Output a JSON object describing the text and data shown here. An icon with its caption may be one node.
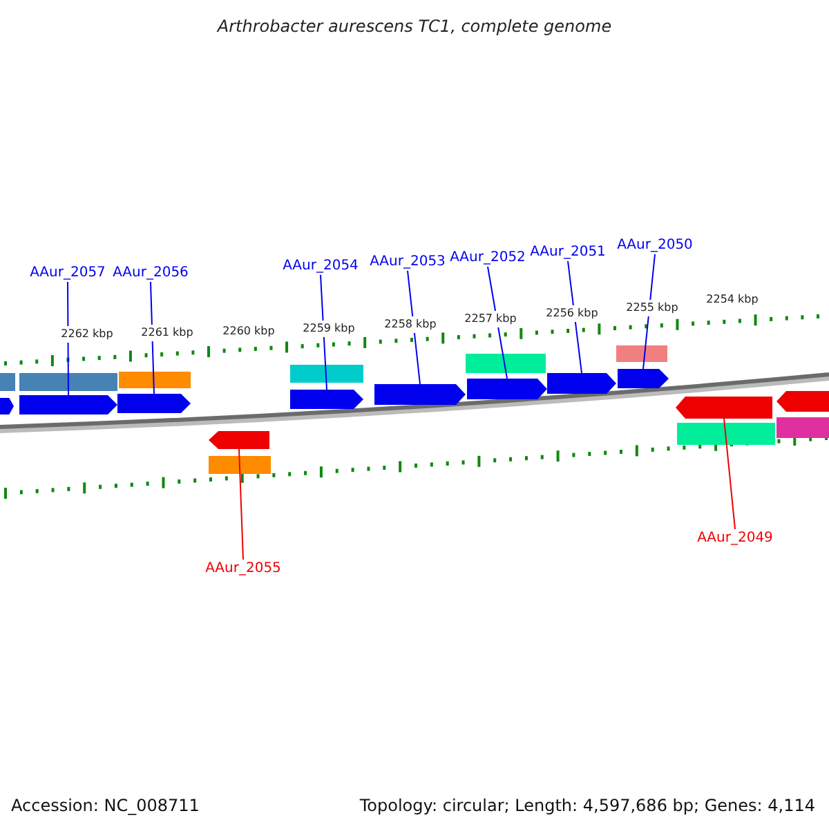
{
  "diagram": {
    "title": "Arthrobacter aurescens TC1, complete genome",
    "nodes": [
      {
        "text": [
          "AAur_2057"
        ]
      },
      {
        "text": [
          "AAur_2056"
        ]
      },
      {
        "text": [
          "AAur_2054"
        ]
      },
      {
        "text": [
          "AAur_2053"
        ]
      },
      {
        "text": [
          "AAur_2052"
        ]
      },
      {
        "text": [
          "AAur_2051"
        ]
      },
      {
        "text": [
          "AAur_2050"
        ]
      },
      {
        "text": [
          "AAur_2055"
        ]
      },
      {
        "text": [
          "AAur_2049"
        ]
      },
      {
        "text": [],
        "shape": "arrow"
      },
      {
        "text": [],
        "shape": "arrow"
      },
      {
        "text": [],
        "shape": "arrow"
      },
      {
        "text": [],
        "shape": "arrow"
      },
      {
        "text": [],
        "shape": "arrow"
      },
      {
        "text": [],
        "shape": "arrow"
      },
      {
        "text": [],
        "shape": "arrow"
      },
      {
        "text": [],
        "shape": "arrow"
      },
      {
        "text": [],
        "shape": "arrow"
      }
    ],
    "edges": [
      {
        "from": 0,
        "to": 9,
        "arrow": "none"
      },
      {
        "from": 1,
        "to": 10,
        "arrow": "none"
      },
      {
        "from": 2,
        "to": 11,
        "arrow": "none"
      },
      {
        "from": 3,
        "to": 12,
        "arrow": "none"
      },
      {
        "from": 4,
        "to": 13,
        "arrow": "none"
      },
      {
        "from": 5,
        "to": 14,
        "arrow": "none"
      },
      {
        "from": 6,
        "to": 15,
        "arrow": "none"
      },
      {
        "from": 7,
        "to": 16,
        "arrow": "none",
        "color": "#ee0000"
      },
      {
        "from": 8,
        "to": 17,
        "arrow": "none",
        "color": "#ee0000"
      }
    ],
    "labels": [
      "2262 kbp",
      "2261 kbp",
      "2260 kbp",
      "2259 kbp",
      "2258 kbp",
      "2257 kbp",
      "2256 kbp",
      "2255 kbp",
      "2254 kbp",
      "Accession: NC_008711",
      "Topology: circular; Length: 4,597,686 bp; Genes: 4,114"
    ]
  }
}
